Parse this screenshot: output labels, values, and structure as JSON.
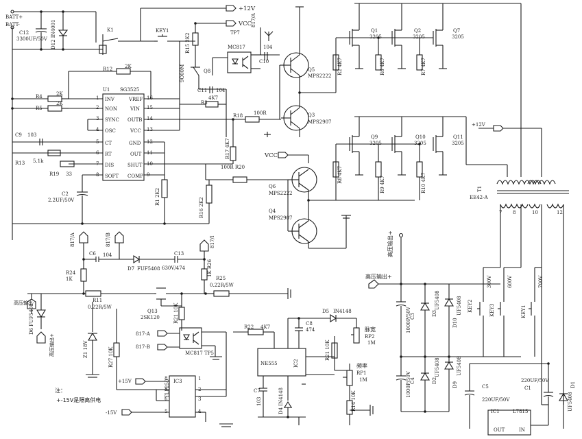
{
  "labels": {
    "batt_plus": "BATT+",
    "batt_minus": "BATT-",
    "c12": "C12",
    "c12_val": "3300UF/50V",
    "d12": "D12 IN4001",
    "k1": "K1",
    "key1": "KEY1",
    "plus12v_top": "+12V",
    "vcc_top": "VCC",
    "tp7": "TP7",
    "mc817_top": "MC817",
    "net_817a_top": "817/A",
    "c10": "C10",
    "c10_val": "104",
    "r15": "R15 2K2",
    "r12": "R12",
    "r12_val": "2K",
    "r4": "R4",
    "r4_val": "2K",
    "r5": "R5",
    "r5_val": "2K",
    "u1": "U1",
    "u1_part": "SG3525",
    "inv": "INV",
    "non": "NON",
    "sync": "SYNC",
    "osc": "OSC",
    "ct": "CT",
    "rt": "RT",
    "dis": "DIS",
    "soft": "SOFT",
    "vref": "VREF",
    "vin": "VIN",
    "outb": "OUTB",
    "vcc_pin": "VCC",
    "gnd_pin": "GND",
    "outa": "OUT",
    "shut": "SHUT",
    "comp": "COMP",
    "c9": "C9",
    "c9_val": "103",
    "r13": "R13",
    "r13_val": "5.1k",
    "r19": "R19",
    "r19_val": "33",
    "c2": "C2",
    "c2_val": "2.2UF/50V",
    "r1": "R1 2K2",
    "r16": "R16 2K2",
    "q8": "Q8",
    "q8_part": "9O00M",
    "c11": "C11",
    "c11_val": "104",
    "r3": "R3",
    "r3_val": "4K7",
    "r18": "R18",
    "r18_val": "100R",
    "r17": "R17 4K7",
    "q5": "Q5",
    "q5_part": "MPS2222",
    "q3": "Q3",
    "q3_part": "MPS2907",
    "r20": "100R R20",
    "vcc_mid": "VCC",
    "q6": "Q6",
    "q6_part": "MPS2222",
    "q4": "Q4",
    "q4_part": "MPS2907",
    "r2": "R2 4K7",
    "q1": "Q1",
    "q1_part": "3205",
    "r6": "R6 4K7",
    "q2": "Q2",
    "q2_part": "3205",
    "r7": "R7 4K7",
    "q7": "Q7",
    "q7_part": "3205",
    "r8": "R8 4K7",
    "q9": "Q9",
    "q9_part": "3205",
    "r9": "R9 4K7",
    "q10": "Q10",
    "q10_part": "3205",
    "r10": "R10 4K7",
    "q11": "Q11",
    "q11_part": "3205",
    "plus12v_mid": "+12V",
    "t1": "T1",
    "ee42": "EE42-A",
    "net_817a_left": "817/A",
    "net_817b_left": "817/B",
    "c6": "C6",
    "c6_val": "104",
    "d7": "D7",
    "d7_part": "FUF5408",
    "c13": "C13",
    "c13_val": "630V/474",
    "net_817i": "817/I",
    "r26": "1K R26",
    "r24": "R24",
    "r24_val": "1K",
    "r11": "R11",
    "r11_val": "0.22R/5W",
    "r25": "R25",
    "r25_val": "0.22R/5W",
    "q13": "Q13",
    "q13_part": "2SK120",
    "r21": "R21 10K",
    "hv_out_left": "高压输出-",
    "d6": "D6 FUF5408",
    "hv_out_left2": "高压输出+",
    "z1": "Z1 18V",
    "r27": "R27 10K",
    "net_817a_2": "817-A",
    "net_817b_2": "817-B",
    "tp5": "MC817 TP5",
    "plus15v": "+15V",
    "minus15v": "-15V",
    "ic3": "IC3",
    "tlp250": "TLP250",
    "note": "注：",
    "note2": "+-15V是隔离供电",
    "r22": "R22",
    "r22_val": "4K7",
    "c8": "C8",
    "c8_val": "474",
    "d5": "D5",
    "d5_part": "IN4148",
    "ne555": "NE555",
    "ic2": "IC2",
    "c7": "C7",
    "c7_val": "103",
    "d4": "D4 IN4148",
    "r21b": "R21 10K",
    "rp2_cn": "脉宽",
    "rp2": "RP2",
    "rp2_val": "1M",
    "rp1_cn": "频率",
    "rp1": "RP1",
    "rp1_val": "1M",
    "r14": "R14 10K",
    "hv_out_top": "高压输出+",
    "hv_out_mid": "高压输出+",
    "c3": "C3",
    "c3_val": "1000P/50V",
    "d3": "D3",
    "d3_part": "UF5408",
    "d10": "D10",
    "d10_part": "UF5408",
    "c4": "C4",
    "c4_val": "1000P/50V",
    "d2": "D2",
    "d2_part": "UF5408",
    "d9": "D9",
    "d9_part": "UF5408",
    "key2": "KEY2",
    "key2_val": "300V",
    "key3": "KEY3",
    "key3_val": "600V",
    "key1b": "KEY1",
    "key1b_val": "700V",
    "c5": "C5",
    "c5_val": "220UF/50V",
    "c1": "C1",
    "c1_val": "220UF/50V",
    "d1": "D1",
    "d1_part": "UF5408",
    "ic1": "IC1",
    "l7815": "L7815",
    "out_pin": "OUT",
    "in_pin": "IN"
  }
}
